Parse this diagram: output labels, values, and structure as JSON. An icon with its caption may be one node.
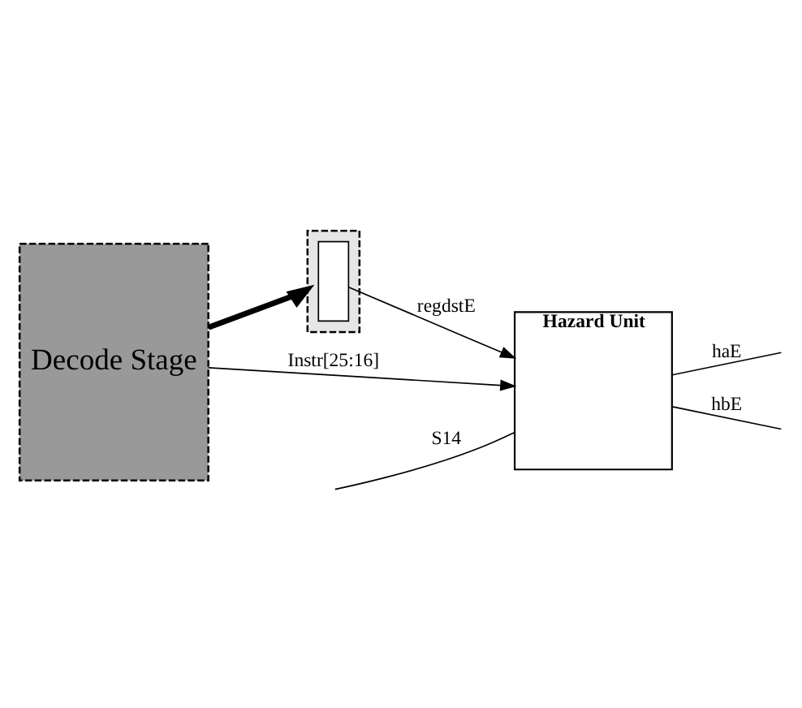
{
  "diagram": {
    "nodes": [
      {
        "text": [
          "Decode Stage"
        ]
      },
      {
        "text": [],
        "shape": "bar"
      },
      {
        "text": [],
        "shape": "box",
        "in": 1
      },
      {
        "text": [
          "Hazard Unit"
        ]
      }
    ],
    "edges": [
      {
        "from": 0,
        "to": 1,
        "arrow": "to",
        "style": "thick"
      },
      {
        "from": 2,
        "to": 3,
        "arrow": "to",
        "label": "regdstE"
      },
      {
        "from": 0,
        "to": 3,
        "arrow": "to",
        "label": "Instr[25:16]"
      },
      {
        "from": null,
        "to": 3,
        "arrow": "none",
        "label": "S14"
      },
      {
        "from": 3,
        "to": null,
        "arrow": "none",
        "label": "haE"
      },
      {
        "from": 3,
        "to": null,
        "arrow": "none",
        "label": "hbE"
      }
    ]
  }
}
